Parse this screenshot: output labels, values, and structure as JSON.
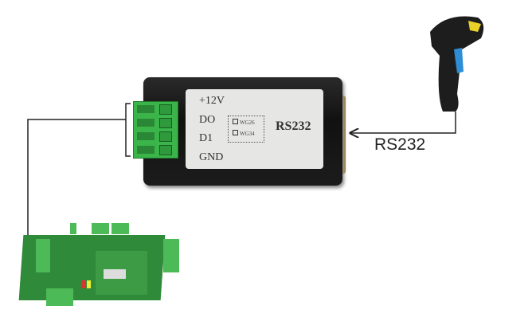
{
  "converter": {
    "pins": [
      "+12V",
      "DO",
      "D1",
      "GND"
    ],
    "options": [
      "WG26",
      "WG34"
    ],
    "interface": "RS232"
  },
  "connection_label": "RS232",
  "colors": {
    "terminal": "#3bb54a",
    "case": "#1a1a1a",
    "board": "#2f8a3a"
  }
}
